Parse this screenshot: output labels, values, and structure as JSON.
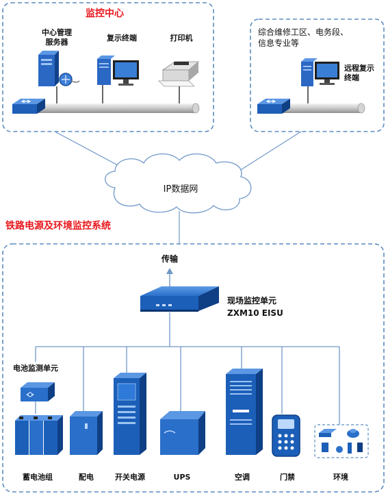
{
  "monitor_center": {
    "title": "监控中心",
    "server_label": [
      "中心管理",
      "服务器"
    ],
    "display_label": "复示终端",
    "printer_label": "打印机"
  },
  "remote_site": {
    "description": [
      "综合维修工区、电务段、",
      "信息专业等"
    ],
    "terminal_label": [
      "远程复示",
      "终端"
    ]
  },
  "network": {
    "label": "IP数据网"
  },
  "railway_system": {
    "title": "铁路电源及环境监控系统",
    "transmission_label": "传输",
    "unit_label": [
      "现场监控单元",
      "ZXM10 EISU"
    ],
    "battery_monitor_label": "电池监测单元",
    "devices": [
      "蓄电池组",
      "配电",
      "开关电源",
      "UPS",
      "空调",
      "门禁",
      "环境"
    ]
  },
  "colors": {
    "title_red": "#e8171d",
    "border_blue": "#5b8cc0",
    "device_blue": "#1c5fb8",
    "device_dark": "#0f3f85",
    "line_blue": "#6f98c8"
  }
}
